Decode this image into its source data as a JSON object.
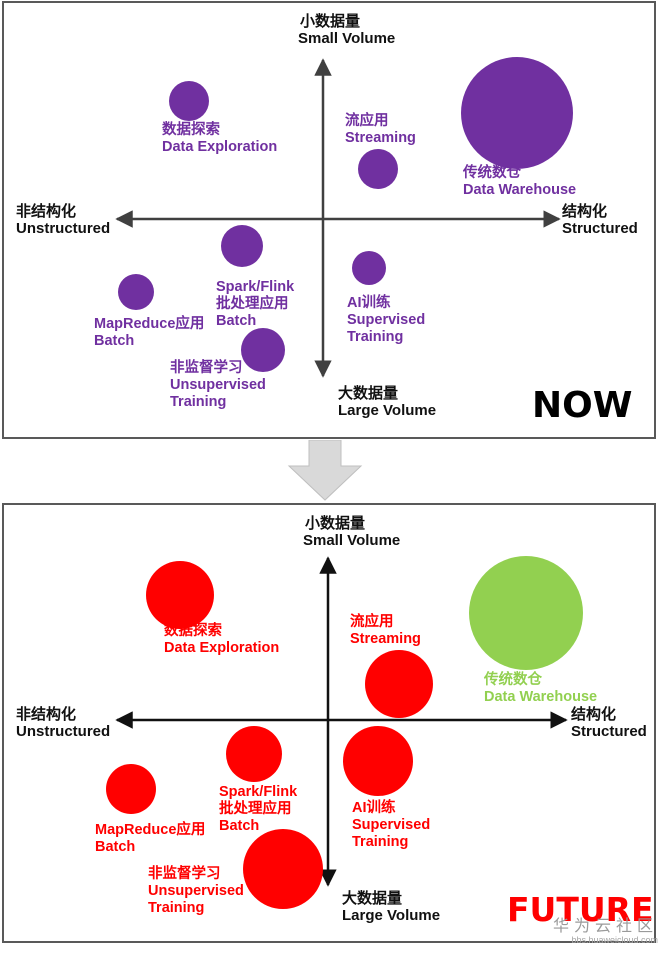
{
  "arrow_color": "#d9d9d9",
  "panels": {
    "now": {
      "stamp": "NOW",
      "stamp_color": "#000000",
      "axes": {
        "top": {
          "zh": "小数据量",
          "en": "Small Volume"
        },
        "bottom": {
          "zh": "大数据量",
          "en": "Large Volume"
        },
        "left": {
          "zh": "非结构化",
          "en": "Unstructured"
        },
        "right": {
          "zh": "结构化",
          "en": "Structured"
        }
      },
      "items": [
        {
          "zh": "数据探索",
          "en": "Data Exploration",
          "color": "#7030a0"
        },
        {
          "zh": "流应用",
          "en": "Streaming",
          "color": "#7030a0"
        },
        {
          "zh": "传统数仓",
          "en": "Data Warehouse",
          "color": "#7030a0"
        },
        {
          "zh": "Spark/Flink",
          "zh2": "批处理应用",
          "en": "Batch",
          "color": "#7030a0"
        },
        {
          "zh": "AI训练",
          "en": "Supervised",
          "en2": "Training",
          "color": "#7030a0"
        },
        {
          "zh": "MapReduce应用",
          "en": "Batch",
          "color": "#7030a0"
        },
        {
          "zh": "非监督学习",
          "en": "Unsupervised",
          "en2": "Training",
          "color": "#7030a0"
        }
      ]
    },
    "future": {
      "stamp": "FUTURE",
      "stamp_color": "#ff0000",
      "axes": {
        "top": {
          "zh": "小数据量",
          "en": "Small Volume"
        },
        "bottom": {
          "zh": "大数据量",
          "en": "Large Volume"
        },
        "left": {
          "zh": "非结构化",
          "en": "Unstructured"
        },
        "right": {
          "zh": "结构化",
          "en": "Structured"
        }
      },
      "items": [
        {
          "zh": "数据探索",
          "en": "Data Exploration",
          "color": "#ff0000"
        },
        {
          "zh": "流应用",
          "en": "Streaming",
          "color": "#ff0000"
        },
        {
          "zh": "传统数仓",
          "en": "Data Warehouse",
          "color": "#92d050"
        },
        {
          "zh": "Spark/Flink",
          "zh2": "批处理应用",
          "en": "Batch",
          "color": "#ff0000"
        },
        {
          "zh": "AI训练",
          "en": "Supervised",
          "en2": "Training",
          "color": "#ff0000"
        },
        {
          "zh": "MapReduce应用",
          "en": "Batch",
          "color": "#ff0000"
        },
        {
          "zh": "非监督学习",
          "en": "Unsupervised",
          "en2": "Training",
          "color": "#ff0000"
        }
      ]
    }
  },
  "watermark": {
    "text": "华为云社区",
    "url": "bbs.huaweicloud.com"
  }
}
